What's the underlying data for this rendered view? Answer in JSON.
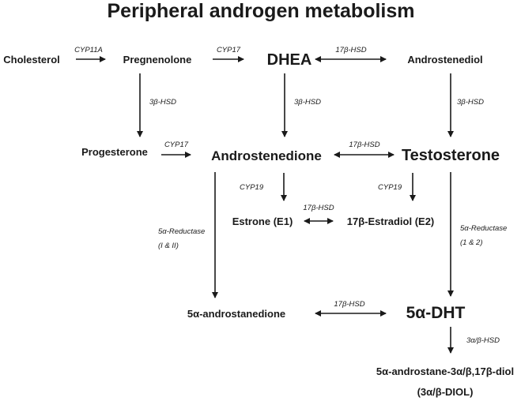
{
  "title": "Peripheral androgen metabolism",
  "nodes": {
    "cholesterol": "Cholesterol",
    "pregnenolone": "Pregnenolone",
    "dhea": "DHEA",
    "androstenediol": "Androstenediol",
    "progesterone": "Progesterone",
    "androstenedione": "Androstenedione",
    "testosterone": "Testosterone",
    "estrone": "Estrone (E1)",
    "estradiol": "17β-Estradiol (E2)",
    "androstanedione": "5α-androstanedione",
    "dht": "5α-DHT",
    "androstanediol_line1": "5α-androstane-3α/β,17β-diol",
    "androstanediol_line2": "(3α/β-DIOL)"
  },
  "edges": {
    "chol_preg": "CYP11A",
    "preg_dhea": "CYP17",
    "dhea_adiol": "17β-HSD",
    "preg_prog": "3β-HSD",
    "dhea_adione": "3β-HSD",
    "adiol_testo": "3β-HSD",
    "prog_adione": "CYP17",
    "adione_testo": "17β-HSD",
    "adione_estrone": "CYP19",
    "testo_estradiol": "CYP19",
    "estrone_estradiol": "17β-HSD",
    "adione_reductase_line1": "5α-Reductase",
    "adione_reductase_line2": "(I & II)",
    "testo_reductase_line1": "5α-Reductase",
    "testo_reductase_line2": "(1 & 2)",
    "androstanedione_dht": "17β-HSD",
    "dht_diol": "3α/β-HSD"
  }
}
